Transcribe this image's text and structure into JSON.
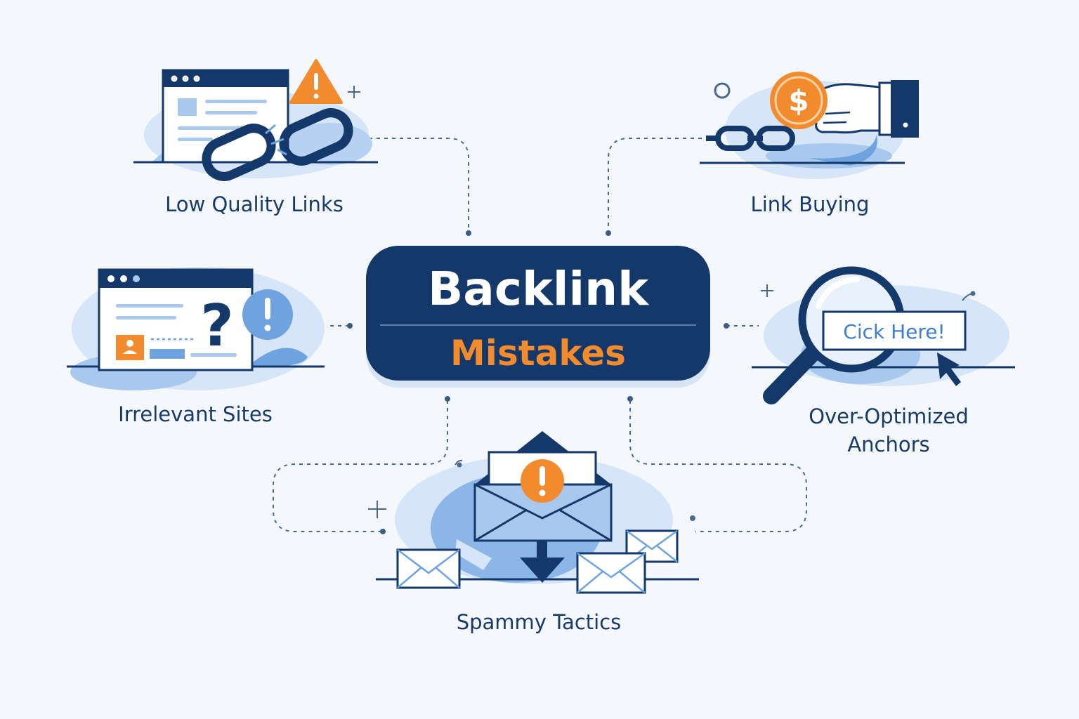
{
  "center": {
    "title": "Backlink",
    "subtitle": "Mistakes"
  },
  "nodes": [
    {
      "id": "low-quality-links",
      "label": "Low Quality Links"
    },
    {
      "id": "link-buying",
      "label": "Link Buying"
    },
    {
      "id": "irrelevant-sites",
      "label": "Irrelevant Sites"
    },
    {
      "id": "over-optimized-anchors",
      "label_line1": "Over-Optimized",
      "label_line2": "Anchors"
    },
    {
      "id": "spammy-tactics",
      "label": "Spammy Tactics"
    }
  ],
  "anchor_button_text": "Cick Here!",
  "icons": {
    "low-quality-links": [
      "browser-window-icon",
      "warning-icon",
      "broken-chain-icon"
    ],
    "link-buying": [
      "dollar-coin-icon",
      "hand-icon",
      "chain-icon"
    ],
    "irrelevant-sites": [
      "browser-window-icon",
      "question-mark-icon",
      "exclamation-badge-icon"
    ],
    "over-optimized-anchors": [
      "magnifying-glass-icon",
      "cursor-arrow-icon"
    ],
    "spammy-tactics": [
      "envelope-icon",
      "exclamation-badge-icon",
      "down-arrow-icon"
    ]
  },
  "colors": {
    "background": "#f4f8fd",
    "navy": "#14386a",
    "orange": "#f28a2e",
    "light_blue": "#cfe0f5",
    "mid_blue": "#6fa3e0"
  }
}
